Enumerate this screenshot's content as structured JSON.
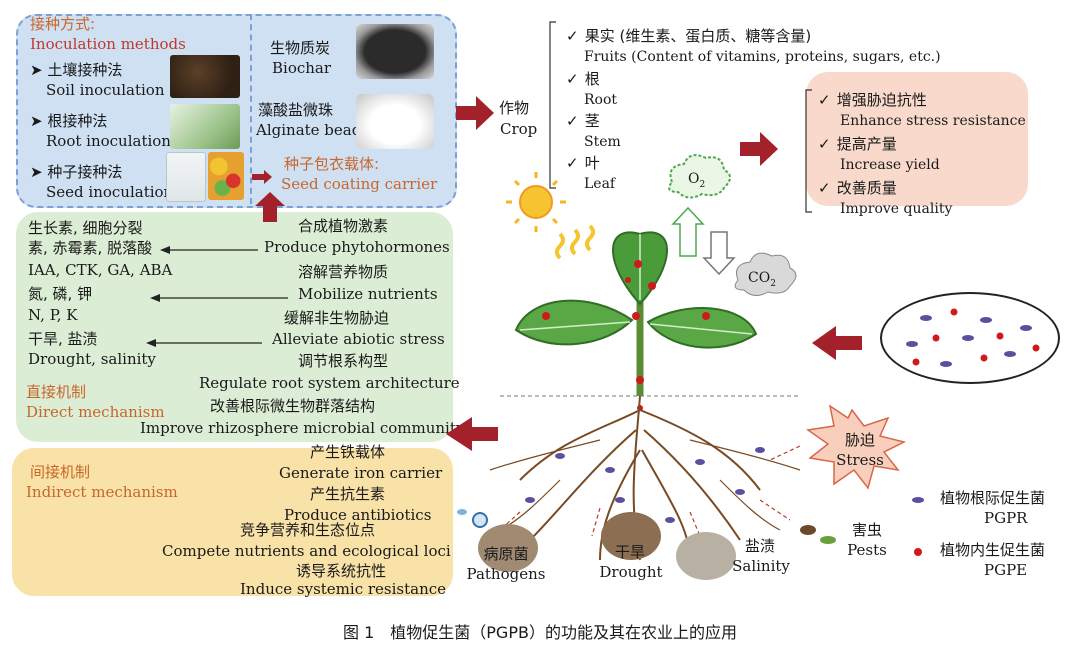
{
  "inoculation": {
    "title_cn": "接种方式:",
    "title_en": "Inoculation methods",
    "methods": [
      {
        "cn": "土壤接种法",
        "en": "Soil inoculation"
      },
      {
        "cn": "根接种法",
        "en": "Root inoculation"
      },
      {
        "cn": "种子接种法",
        "en": "Seed inoculation"
      }
    ]
  },
  "carrier": {
    "biochar_cn": "生物质炭",
    "biochar_en": "Biochar",
    "alginate_cn": "藻酸盐微珠",
    "alginate_en": "Alginate beads",
    "title_cn": "种子包衣载体:",
    "title_en": "Seed coating carrier"
  },
  "crop": {
    "label_cn": "作物",
    "label_en": "Crop",
    "parts": [
      {
        "cn": "果实 (维生素、蛋白质、糖等含量)",
        "en": "Fruits (Content of vitamins, proteins, sugars, etc.)"
      },
      {
        "cn": "根",
        "en": "Root"
      },
      {
        "cn": "茎",
        "en": "Stem"
      },
      {
        "cn": "叶",
        "en": "Leaf"
      }
    ]
  },
  "benefits": [
    {
      "cn": "增强胁迫抗性",
      "en": "Enhance stress resistance"
    },
    {
      "cn": "提高产量",
      "en": "Increase yield"
    },
    {
      "cn": "改善质量",
      "en": "Improve quality"
    }
  ],
  "gases": {
    "o2": "O",
    "o2_sub": "2",
    "co2": "CO",
    "co2_sub": "2"
  },
  "direct": {
    "left": [
      {
        "cn": "生长素, 细胞分裂",
        "cn2": "素, 赤霉素, 脱落酸",
        "en": "IAA, CTK, GA, ABA"
      },
      {
        "cn": "氮, 磷, 钾",
        "en": "N, P, K"
      },
      {
        "cn": "干旱, 盐渍",
        "en": "Drought, salinity"
      }
    ],
    "right": [
      {
        "cn": "合成植物激素",
        "en": "Produce phytohormones"
      },
      {
        "cn": "溶解营养物质",
        "en": "Mobilize nutrients"
      },
      {
        "cn": "缓解非生物胁迫",
        "en": "Alleviate abiotic stress"
      },
      {
        "cn": "调节根系构型",
        "en": "Regulate root system architecture"
      },
      {
        "cn": "改善根际微生物群落结构",
        "en": "Improve rhizosphere microbial community"
      }
    ],
    "title_cn": "直接机制",
    "title_en": "Direct mechanism"
  },
  "indirect": {
    "title_cn": "间接机制",
    "title_en": "Indirect mechanism",
    "items": [
      {
        "cn": "产生铁载体",
        "en": "Generate iron carrier"
      },
      {
        "cn": "产生抗生素",
        "en": "Produce antibiotics"
      },
      {
        "cn": "竞争营养和生态位点",
        "en": "Compete nutrients and ecological loci"
      },
      {
        "cn": "诱导系统抗性",
        "en": "Induce systemic resistance"
      }
    ]
  },
  "stress": {
    "cn": "胁迫",
    "en": "Stress"
  },
  "stressors": [
    {
      "cn": "病原菌",
      "en": "Pathogens"
    },
    {
      "cn": "干旱",
      "en": "Drought"
    },
    {
      "cn": "盐渍",
      "en": "Salinity"
    },
    {
      "cn": "害虫",
      "en": "Pests"
    }
  ],
  "legend": [
    {
      "cn": "植物根际促生菌",
      "en": "PGPR",
      "color": "#5b4fa0"
    },
    {
      "cn": "植物内生促生菌",
      "en": "PGPE",
      "color": "#d0191b"
    }
  ],
  "caption": "图 1　植物促生菌（PGPB）的功能及其在农业上的应用",
  "colors": {
    "arrow": "#a3212a",
    "inoc_bg": "#cfe0f3",
    "direct_bg": "#dcedd5",
    "indirect_bg": "#f8e2a8",
    "benefit_bg": "#f8d9cc",
    "label_orange": "#c8662a"
  }
}
